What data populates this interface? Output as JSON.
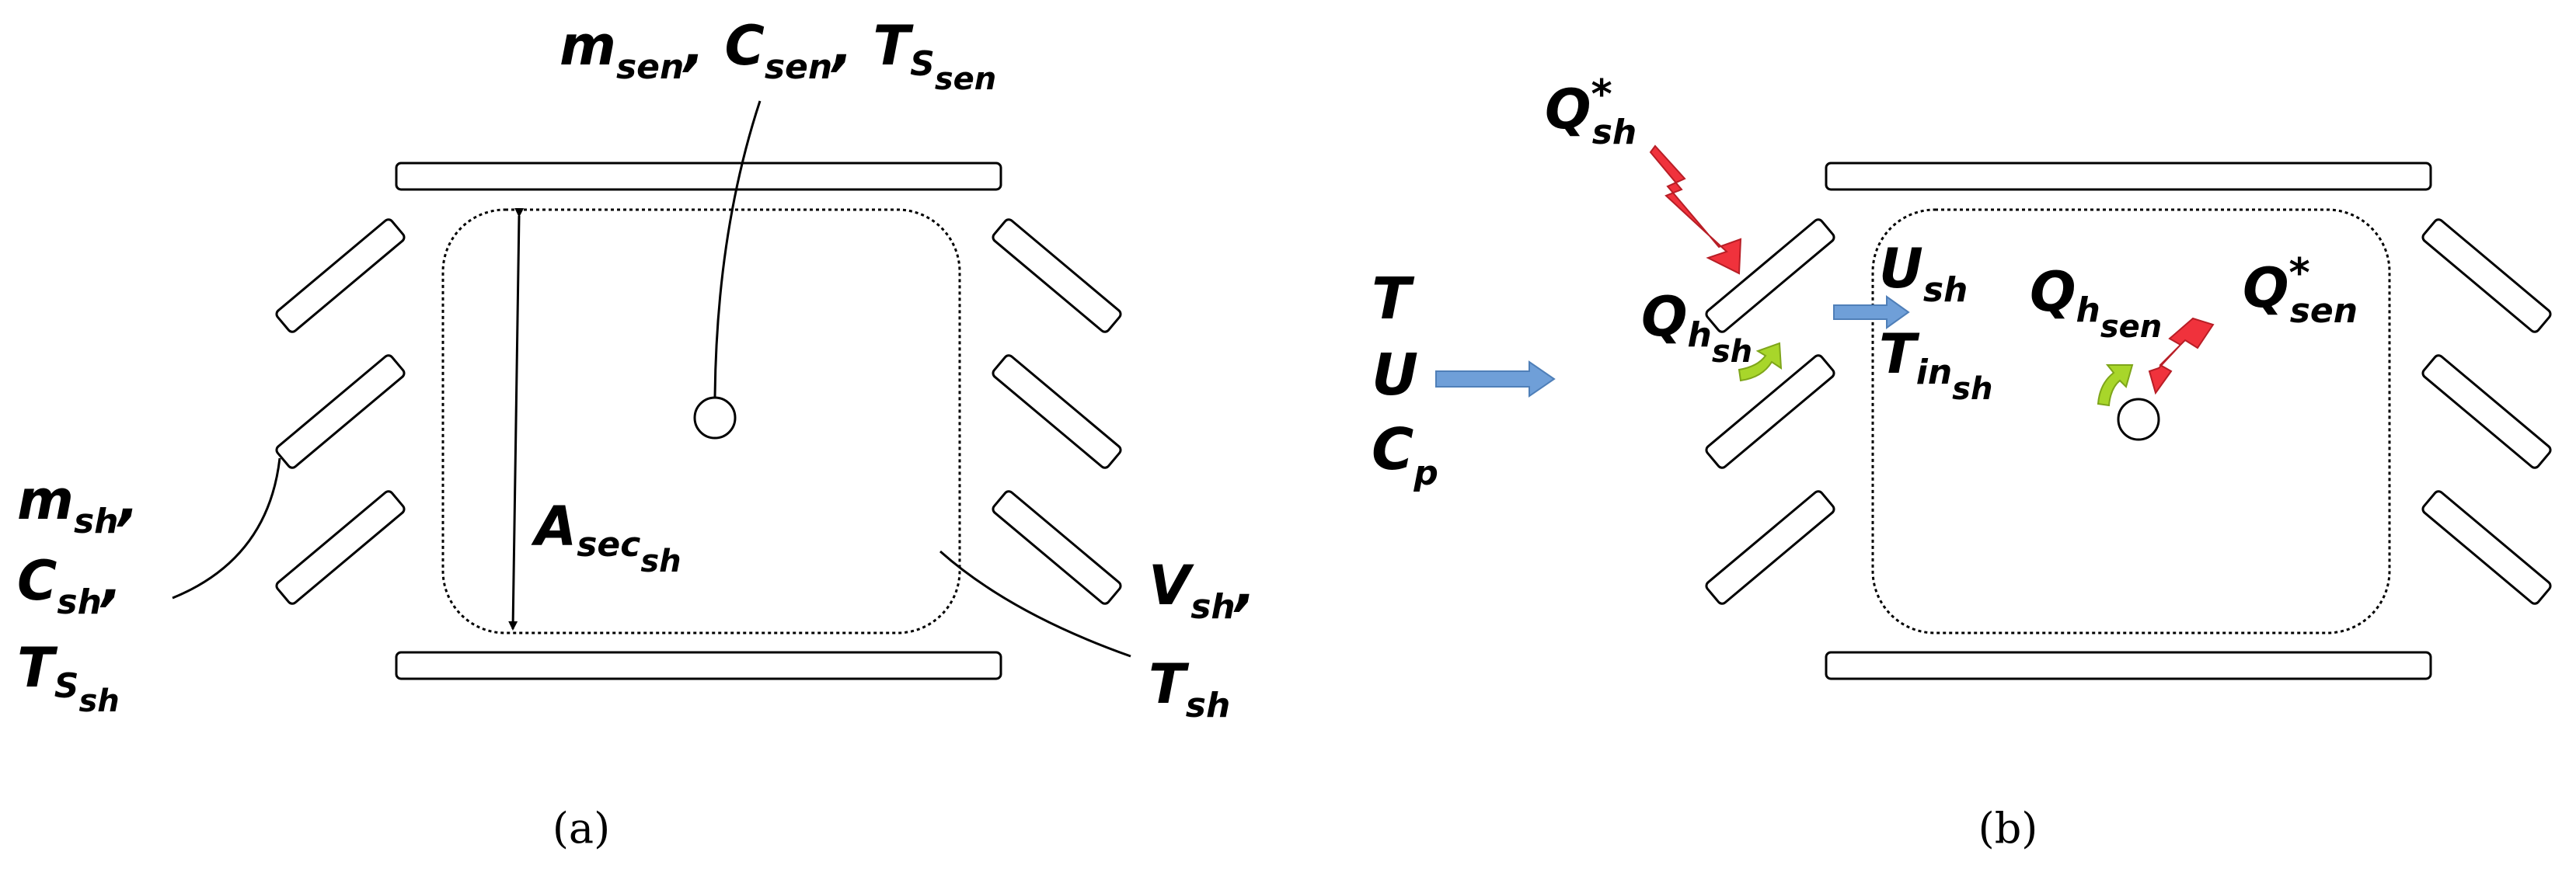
{
  "panel_a": {
    "caption": "(a)",
    "sensor_label": {
      "m": "m",
      "m_sub": "sen",
      "c": "C",
      "c_sub": "sen",
      "t": "T",
      "t_sub": "S",
      "t_subsub": "sen"
    },
    "shield_label": {
      "m": "m",
      "m_sub": "sh",
      "c": "C",
      "c_sub": "sh",
      "t": "T",
      "t_sub": "S",
      "t_subsub": "sh"
    },
    "area_label": {
      "main": "A",
      "sub": "sec",
      "subsub": "sh"
    },
    "volume_label": {
      "v": "V",
      "v_sub": "sh",
      "t": "T",
      "t_sub": "sh"
    },
    "comma": ","
  },
  "panel_b": {
    "caption": "(b)",
    "inflow_labels": {
      "t": "T",
      "u": "U",
      "c": "C",
      "c_sub": "p"
    },
    "shield_radiation": {
      "main": "Q",
      "sup": "*",
      "sub": "sh"
    },
    "shield_convection": {
      "main": "Q",
      "sub": "h",
      "subsub": "sh"
    },
    "inner_velocity": {
      "main": "U",
      "sub": "sh"
    },
    "inner_temperature": {
      "main": "T",
      "sub": "in",
      "subsub": "sh"
    },
    "sensor_convection": {
      "main": "Q",
      "sub": "h",
      "subsub": "sen"
    },
    "sensor_radiation": {
      "main": "Q",
      "sup": "*",
      "sub": "sen"
    }
  },
  "colors": {
    "flow_arrow": "#6f9fd8",
    "radiation": "#f0323c",
    "convection": "#a8d62a"
  }
}
